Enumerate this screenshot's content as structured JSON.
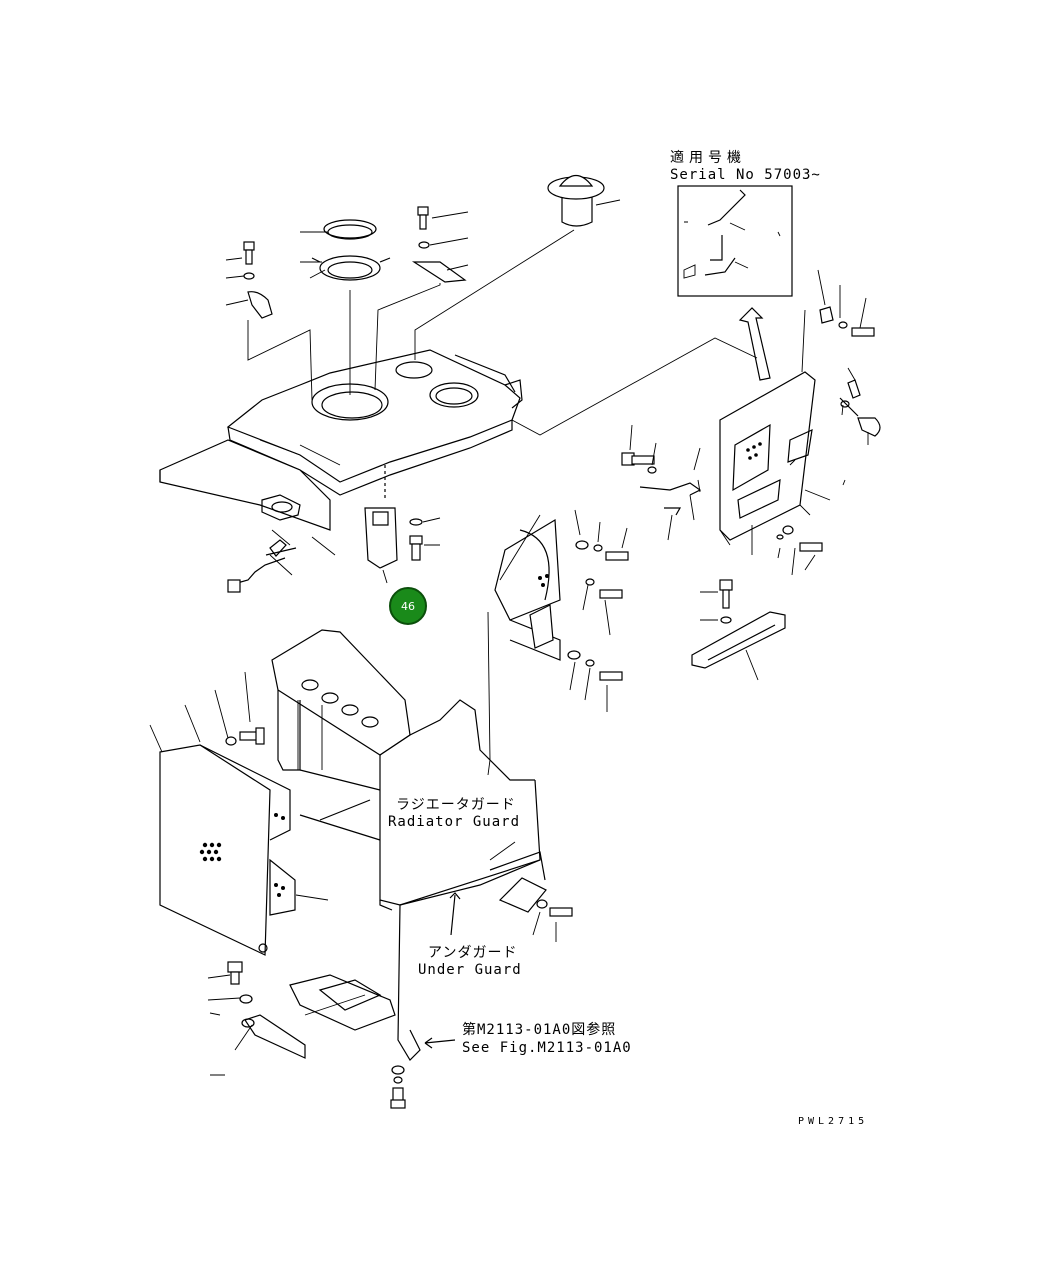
{
  "serial_note": {
    "title_ja": "適用号機",
    "serial": "Serial No 57003~"
  },
  "radiator_guard": {
    "ja": "ラジエータガード",
    "en": "Radiator Guard"
  },
  "under_guard": {
    "ja": "アンダガード",
    "en": "Under Guard"
  },
  "see_fig": {
    "ja": "第M2113-01A0図参照",
    "en": "See Fig.M2113-01A0"
  },
  "callout": {
    "number": "46",
    "color": "#1a8a1a"
  },
  "drawing_code": "PWL2715"
}
